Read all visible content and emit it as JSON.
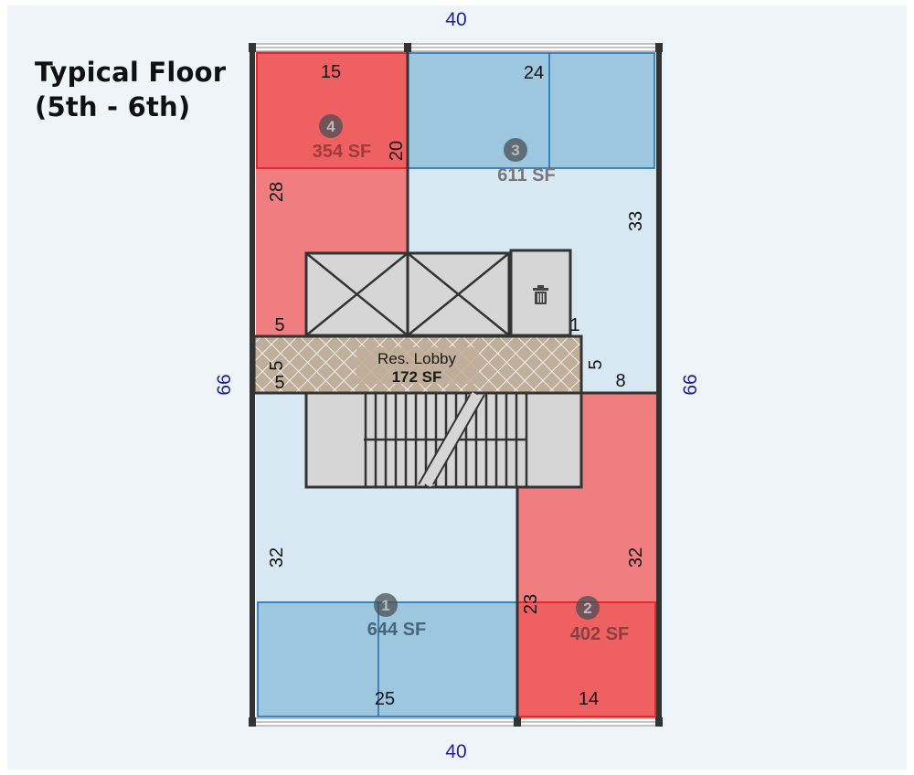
{
  "title": {
    "line1": "Typical Floor",
    "line2": "(5th - 6th)"
  },
  "colors": {
    "background": "#eef4f8",
    "red_unit_fill": "#f07d80",
    "red_room_fill": "#ef6063",
    "red_outline": "#e02a2f",
    "blue_unit_fill": "#d8e8f2",
    "blue_room_fill": "#9cc7de",
    "blue_outline": "#1f72b5",
    "core_fill": "#d6d6d6",
    "lobby_fill": "#bfae9a",
    "wall": "#333333",
    "overall_dim": "#1d1f9c",
    "badge": "#4a4f56"
  },
  "overall_dimensions": {
    "top": "40",
    "bottom": "40",
    "left": "66",
    "right": "66"
  },
  "lobby": {
    "name": "Res. Lobby",
    "area": "172 SF"
  },
  "trash_icon": "trash-icon",
  "units": [
    {
      "number": "1",
      "area": "644 SF",
      "dims": [
        "32",
        "25"
      ]
    },
    {
      "number": "2",
      "area": "402 SF",
      "dims": [
        "23",
        "32",
        "14"
      ]
    },
    {
      "number": "3",
      "area": "611 SF",
      "dims": [
        "24",
        "33"
      ]
    },
    {
      "number": "4",
      "area": "354 SF",
      "dims": [
        "15",
        "20",
        "28"
      ]
    }
  ],
  "core_dims": {
    "left_upper": "5",
    "left_mid": "5",
    "left_lower": "5",
    "right_lower": "5",
    "right_top": "1",
    "right_ledge": "8"
  }
}
